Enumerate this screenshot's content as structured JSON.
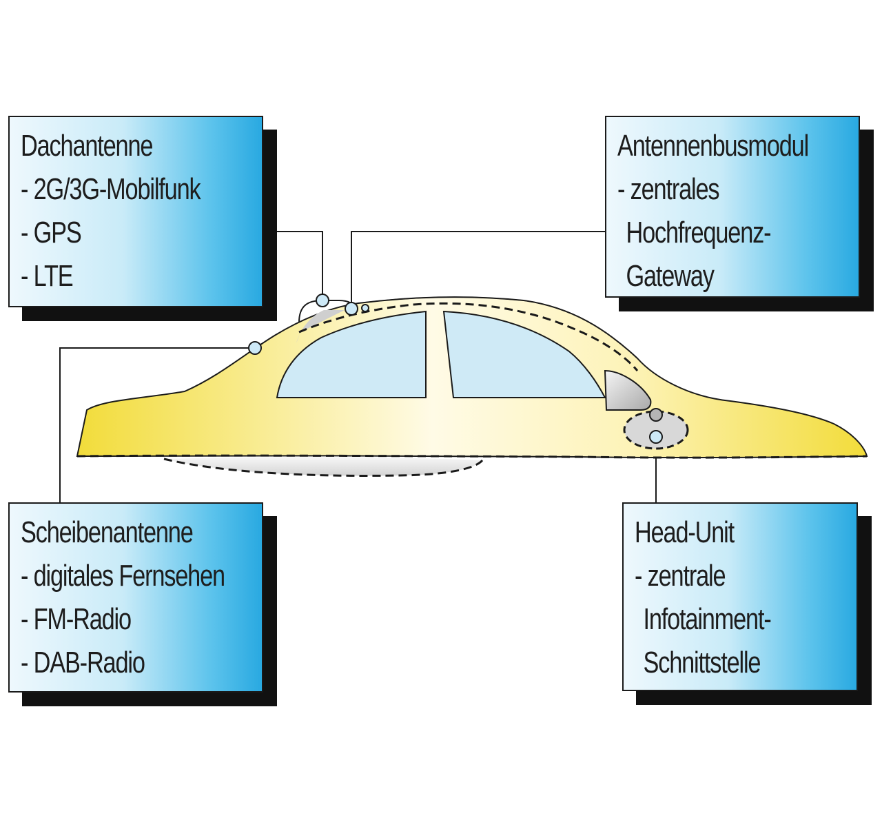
{
  "boxes": {
    "roof_antenna": {
      "title": "Dachantenne",
      "items": [
        "- 2G/3G-Mobilfunk",
        "- GPS",
        "- LTE"
      ]
    },
    "antenna_bus_module": {
      "title": "Antennenbusmodul",
      "items": [
        "- zentrales",
        "Hochfrequenz-",
        "Gateway"
      ]
    },
    "window_antenna": {
      "title": "Scheibenantenne",
      "items": [
        "- digitales Fernsehen",
        "- FM-Radio",
        "- DAB-Radio"
      ]
    },
    "head_unit": {
      "title": "Head-Unit",
      "items": [
        "- zentrale",
        "Infotainment-",
        "Schnittstelle"
      ]
    }
  },
  "colors": {
    "car_body_edge": "#f2dc3a",
    "car_body_center": "#fffbe6",
    "window_glass": "#cfeaf6",
    "box_gradient_light": "#eef8fd",
    "box_gradient_dark": "#29a9e1",
    "box_shadow": "#111111",
    "antenna_node": "#cde9f7",
    "line": "#1a1a1a"
  }
}
